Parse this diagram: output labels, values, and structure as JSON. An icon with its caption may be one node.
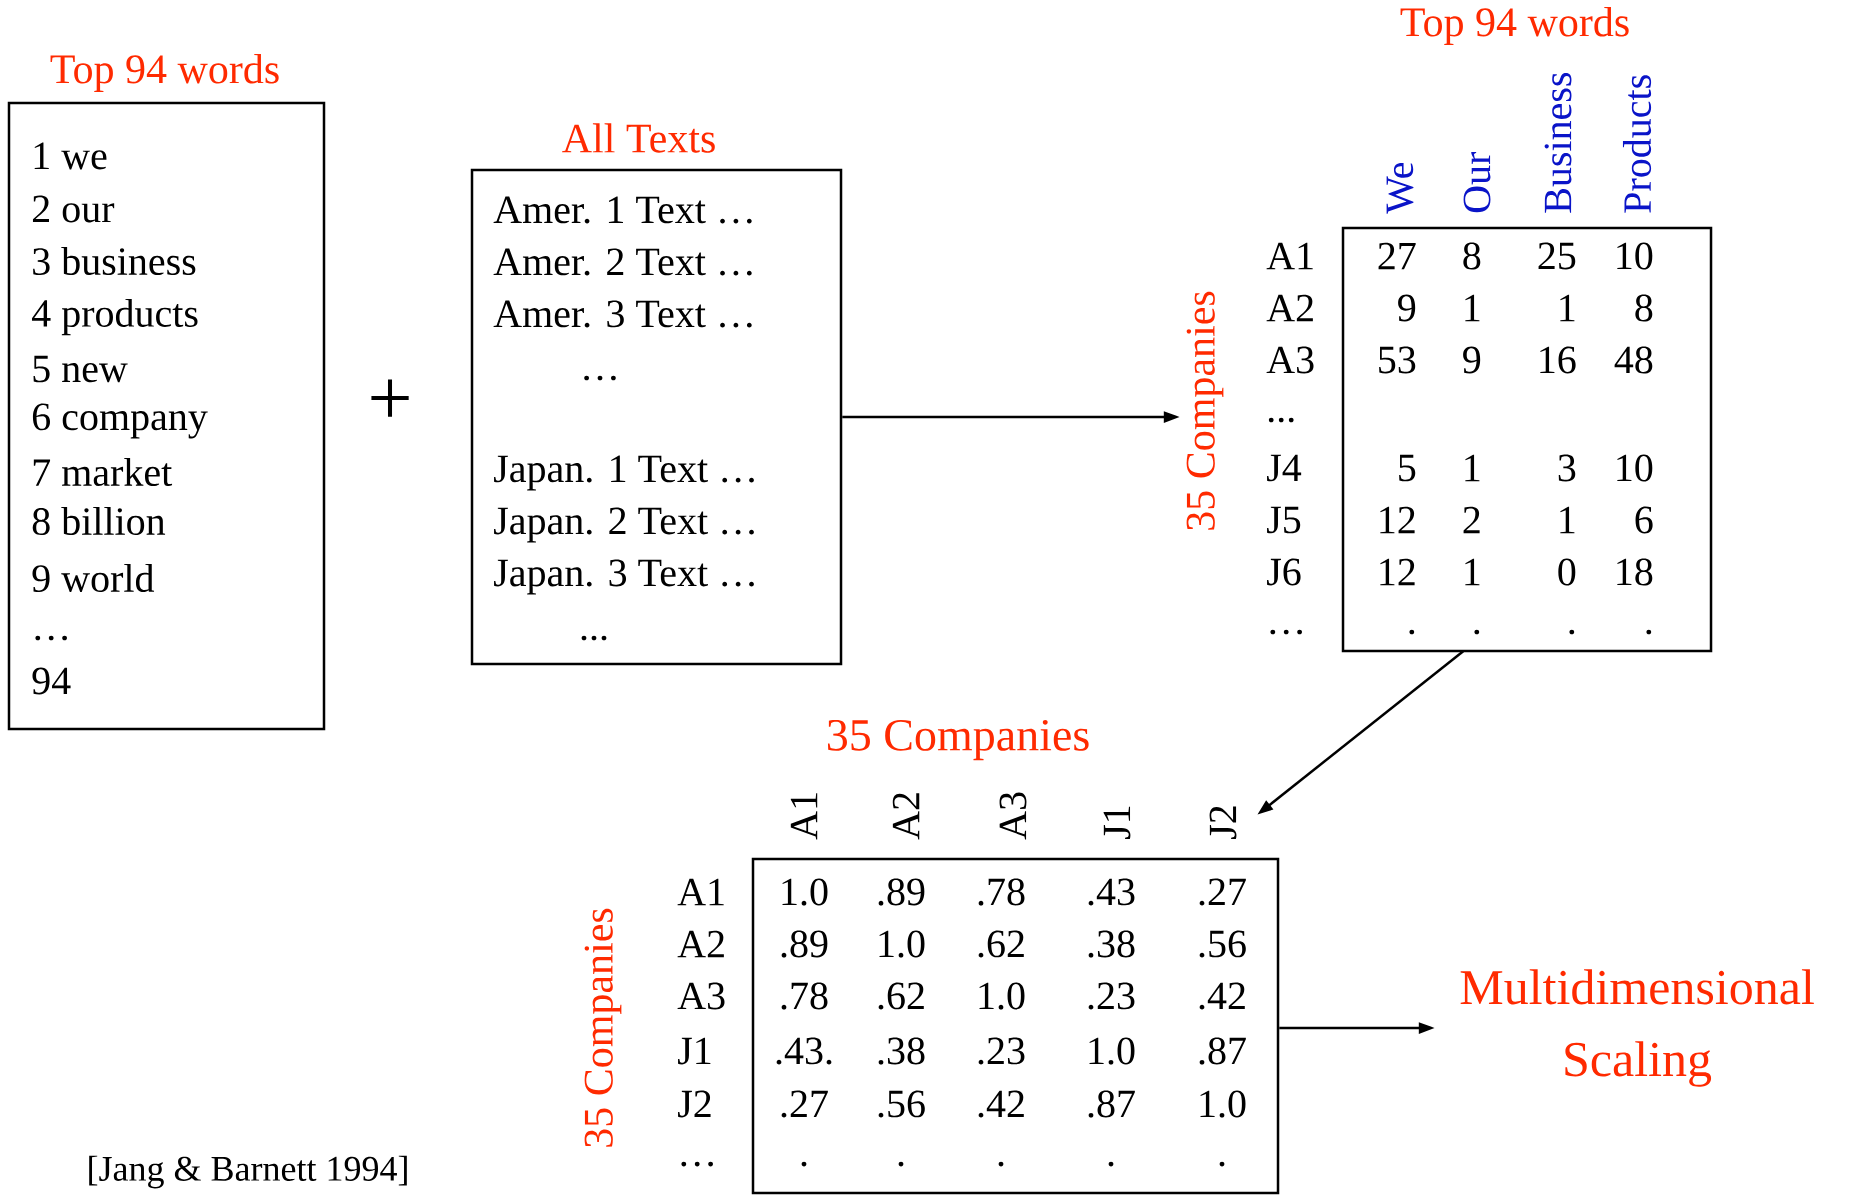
{
  "diagram": {
    "nodes": [
      {
        "text": [
          "Top 94 words",
          "1 we",
          "2 our",
          "3 business",
          "4 products",
          "5 new",
          "6 company",
          "7 market",
          "8 billion",
          "9 world",
          "…",
          "94"
        ]
      },
      {
        "text": [
          "All Texts",
          "Amer. 1 Text …",
          "Amer. 2 Text …",
          "Amer. 3 Text …",
          "…",
          "Japan. 1 Text …",
          "Japan. 2 Text …",
          "Japan. 3 Text …",
          "..."
        ]
      },
      {
        "text": [
          "Top 94 words",
          "35 Companies",
          "We",
          "Our",
          "Business",
          "Products",
          "A1",
          "27",
          "8",
          "25",
          "10",
          "A2",
          "9",
          "1",
          "1",
          "8",
          "A3",
          "53",
          "9",
          "16",
          "48",
          "...",
          "J4",
          "5",
          "1",
          "3",
          "10",
          "J5",
          "12",
          "2",
          "1",
          "6",
          "J6",
          "12",
          "1",
          "0",
          "18",
          "…",
          ".",
          ".",
          ".",
          "."
        ]
      },
      {
        "text": [
          "35 Companies",
          "35 Companies",
          "A1",
          "A2",
          "A3",
          "J1",
          "J2",
          "A1",
          "1.0",
          ".89",
          ".78",
          ".43",
          ".27",
          "A2",
          ".89",
          "1.0",
          ".62",
          ".38",
          ".56",
          "A3",
          ".78",
          ".62",
          "1.0",
          ".23",
          ".42",
          "J1",
          ".43.",
          ".38",
          ".23",
          "1.0",
          ".87",
          "J2",
          ".27",
          ".56",
          ".42",
          ".87",
          "1.0",
          "…",
          ".",
          ".",
          ".",
          ".",
          "."
        ]
      },
      {
        "text": [
          "Multidimensional Scaling"
        ]
      }
    ],
    "edges": [
      {
        "from": 1,
        "to": 2,
        "arrow": "to"
      },
      {
        "from": 2,
        "to": 3,
        "arrow": "to"
      },
      {
        "from": 3,
        "to": 4,
        "arrow": "to"
      }
    ],
    "labels": [
      "+",
      "[Jang & Barnett 1994]"
    ]
  }
}
